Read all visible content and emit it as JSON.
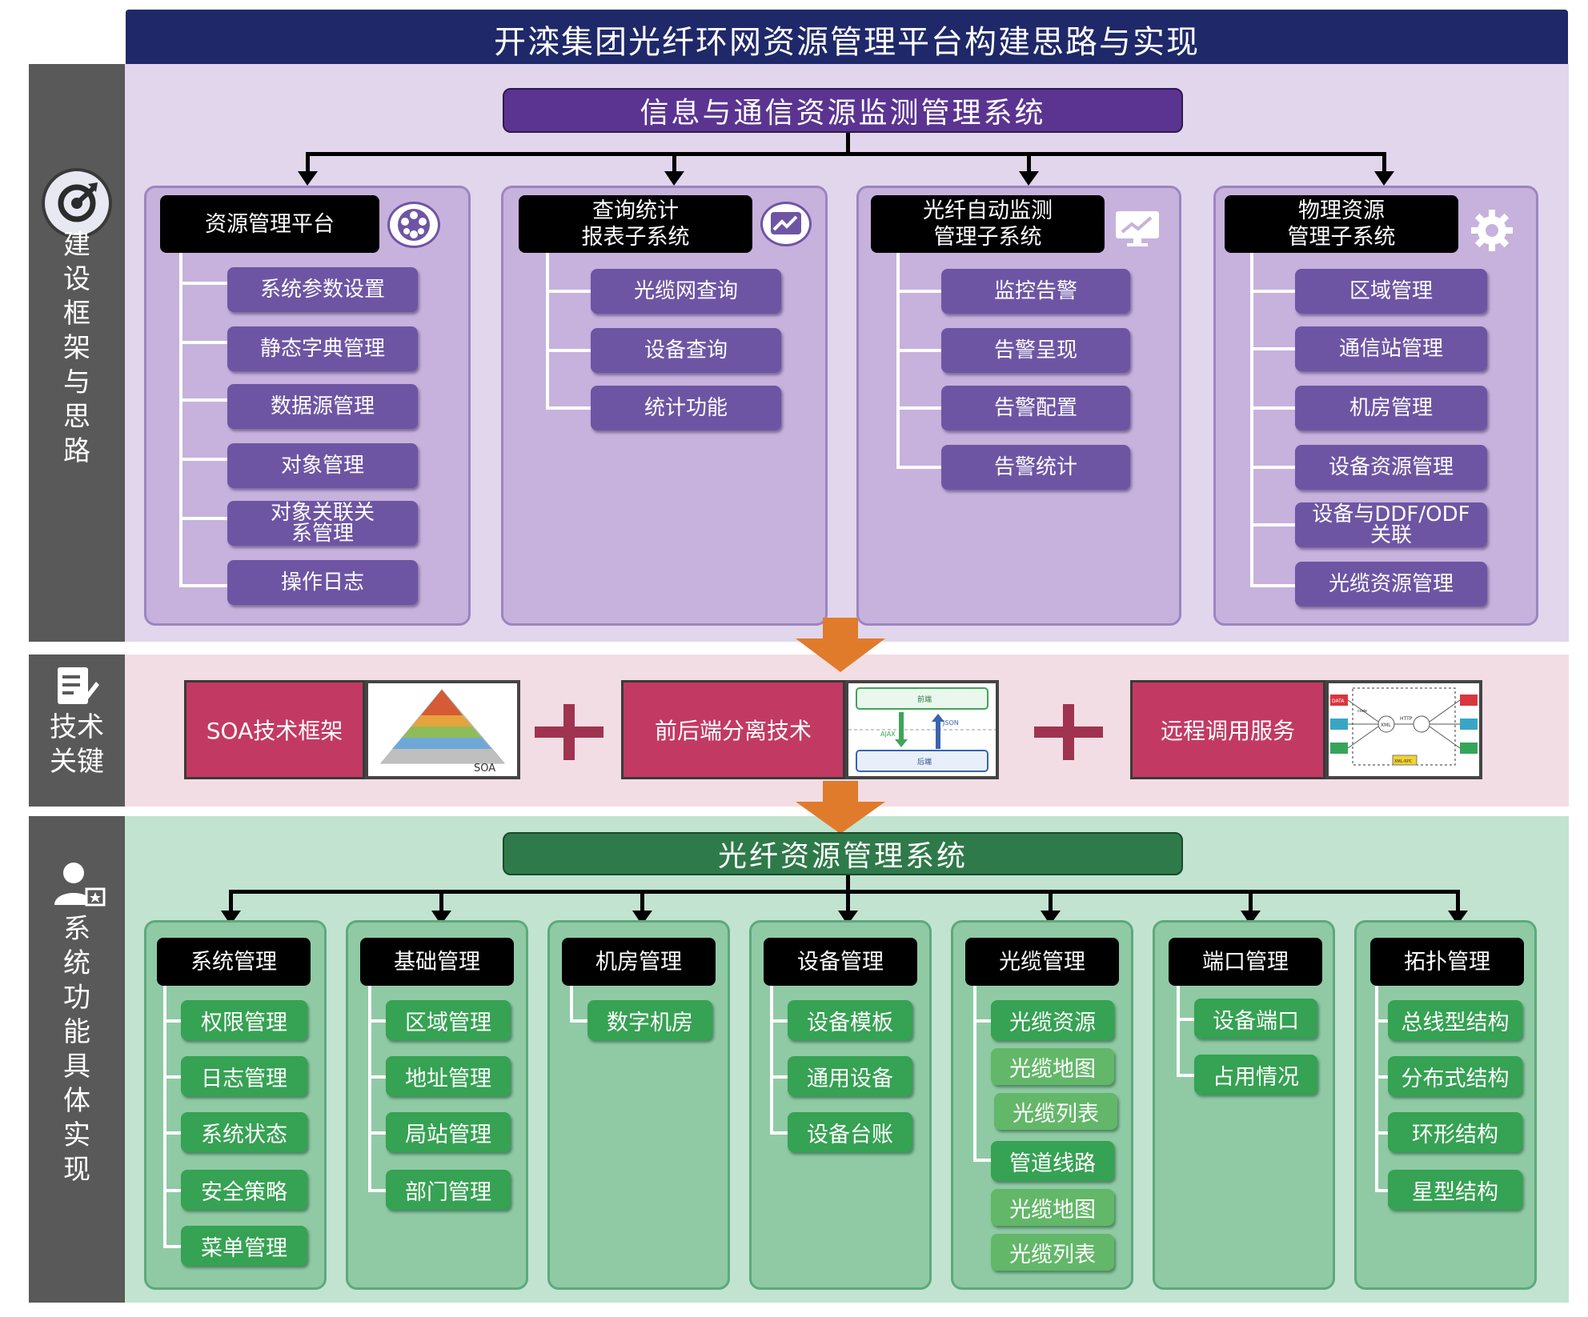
{
  "title": "开滦集团光纤环网资源管理平台构建思路与实现",
  "side_labels": {
    "framework": [
      "建",
      "设",
      "框",
      "架",
      "与",
      "思",
      "路"
    ],
    "tech": [
      "技术",
      "关键"
    ],
    "impl": [
      "系",
      "统",
      "功",
      "能",
      "具",
      "体",
      "实",
      "现"
    ]
  },
  "monitor": {
    "header": "信息与通信资源监测管理系统",
    "modules": [
      {
        "title": [
          "资源管理平台"
        ],
        "icon": "film-reel-icon",
        "items": [
          "系统参数设置",
          "静态字典管理",
          "数据源管理",
          "对象管理",
          "对象关联关系管理",
          "操作日志"
        ]
      },
      {
        "title": [
          "查询统计",
          "报表子系统"
        ],
        "icon": "trend-chart-icon",
        "items": [
          "光缆网查询",
          "设备查询",
          "统计功能"
        ]
      },
      {
        "title": [
          "光纤自动监测",
          "管理子系统"
        ],
        "icon": "monitor-chart-icon",
        "items": [
          "监控告警",
          "告警呈现",
          "告警配置",
          "告警统计"
        ]
      },
      {
        "title": [
          "物理资源",
          "管理子系统"
        ],
        "icon": "gear-icon",
        "items": [
          "区域管理",
          "通信站管理",
          "机房管理",
          "设备资源管理",
          "设备与DDF/ODF关联",
          "光缆资源管理"
        ]
      }
    ]
  },
  "tech": {
    "items": [
      "SOA技术框架",
      "前后端分离技术",
      "远程调用服务"
    ],
    "soa_image_label": "SOA",
    "fe_be_image": {
      "front": "前端",
      "back": "后端",
      "ajax": "AJAX",
      "json": "JSON"
    },
    "rpc_image": {
      "data": "DATA",
      "xml": "XML",
      "http": "HTTP",
      "xmlrpc": "XML-RPC",
      "code": "code"
    }
  },
  "fiber": {
    "header": "光纤资源管理系统",
    "modules": [
      {
        "title": "系统管理",
        "items": [
          "权限管理",
          "日志管理",
          "系统状态",
          "安全策略",
          "菜单管理"
        ]
      },
      {
        "title": "基础管理",
        "items": [
          "区域管理",
          "地址管理",
          "局站管理",
          "部门管理"
        ]
      },
      {
        "title": "机房管理",
        "items": [
          "数字机房"
        ]
      },
      {
        "title": "设备管理",
        "items": [
          "设备模板",
          "通用设备",
          "设备台账"
        ]
      },
      {
        "title": "光缆管理",
        "items": [
          "光缆资源",
          "光缆地图",
          "光缆列表",
          "管道线路",
          "光缆地图",
          "光缆列表"
        ]
      },
      {
        "title": "端口管理",
        "items": [
          "设备端口",
          "占用情况"
        ]
      },
      {
        "title": "拓扑管理",
        "items": [
          "总线型结构",
          "分布式结构",
          "环形结构",
          "星型结构"
        ]
      }
    ]
  },
  "colors": {
    "navy": "#1f2869",
    "purple": "#6e55a4",
    "green": "#36a253",
    "crimson": "#c23a63",
    "arrow": "#e07b2c"
  }
}
